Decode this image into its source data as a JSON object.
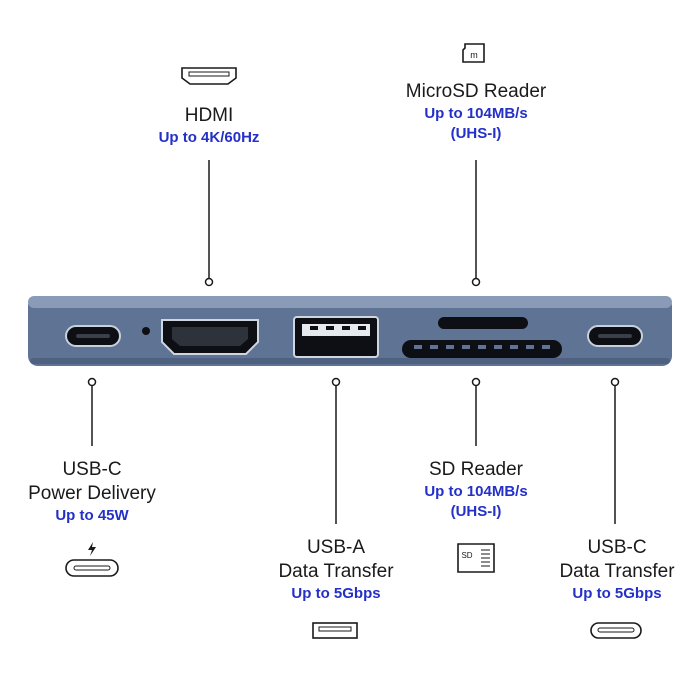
{
  "labels": {
    "hdmi": {
      "name": "HDMI",
      "spec": "Up to 4K/60Hz"
    },
    "microsd": {
      "name": "MicroSD Reader",
      "spec1": "Up to 104MB/s",
      "spec2": "(UHS-I)"
    },
    "usbc_pd": {
      "name1": "USB-C",
      "name2": "Power Delivery",
      "spec": "Up to 45W"
    },
    "usba": {
      "name1": "USB-A",
      "name2": "Data Transfer",
      "spec": "Up to 5Gbps"
    },
    "sd": {
      "name": "SD Reader",
      "spec1": "Up to 104MB/s",
      "spec2": "(UHS-I)"
    },
    "usbc_data": {
      "name1": "USB-C",
      "name2": "Data Transfer",
      "spec": "Up to 5Gbps"
    }
  },
  "icons": {
    "microsd_icon_text": "m",
    "sd_icon_text": "SD"
  },
  "colors": {
    "hub_body": "#5f7494",
    "hub_top": "#8a9bb7",
    "spec_text": "#2430c8"
  }
}
